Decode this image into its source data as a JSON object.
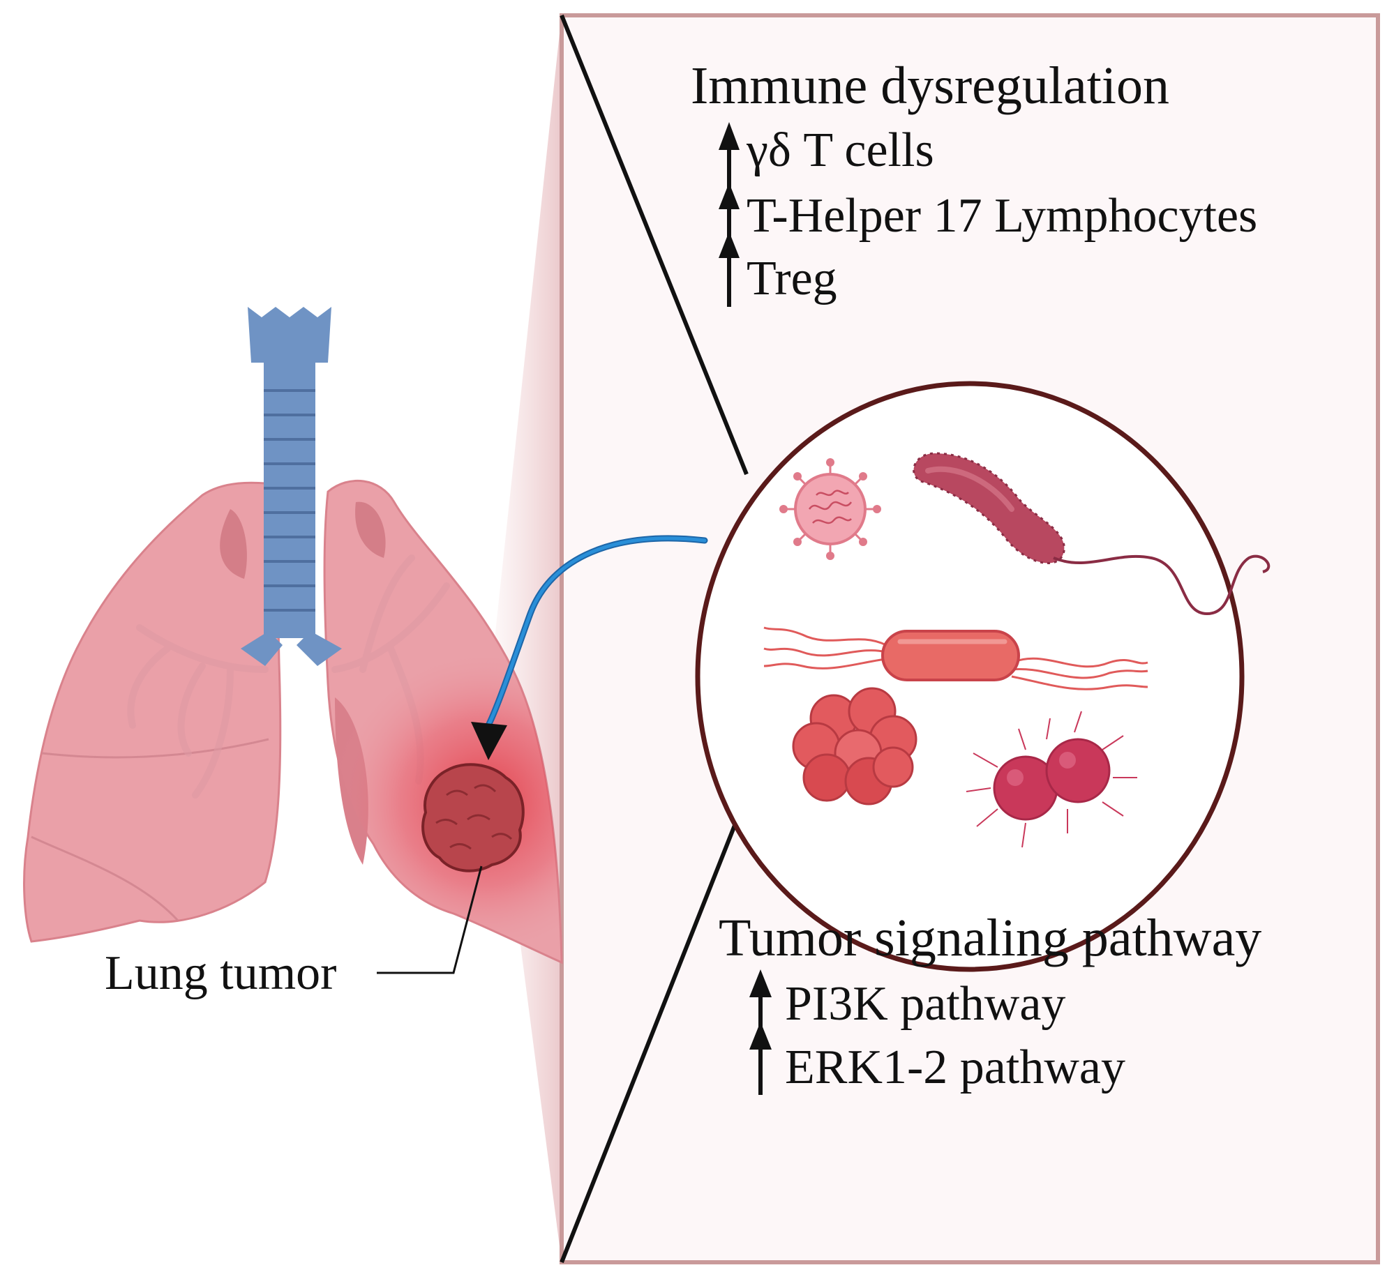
{
  "immune": {
    "heading": "Immune dysregulation",
    "items": [
      "γδ T cells",
      "T-Helper 17  Lymphocytes",
      "Treg"
    ]
  },
  "tumor_signaling": {
    "heading": "Tumor signaling pathway",
    "items": [
      "PI3K pathway",
      "ERK1-2 pathway"
    ]
  },
  "callout": {
    "label": "Lung tumor"
  },
  "colors": {
    "lung": "#eaa0a8",
    "trachea": "#6f93c4",
    "tumor": "#b8454c",
    "arrow": "#2a8fd8",
    "circle_border": "#5a1a1a",
    "panel_border": "#c99a9a"
  }
}
